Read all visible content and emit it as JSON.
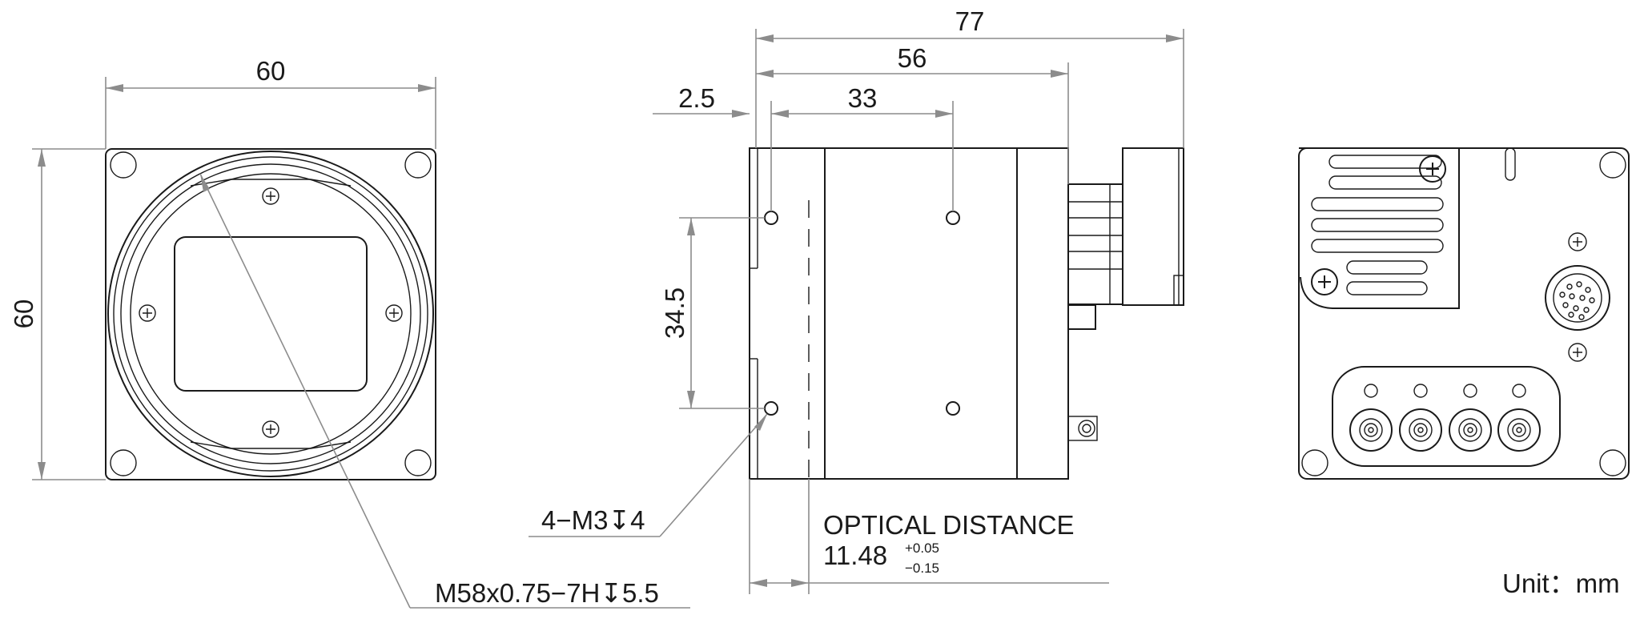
{
  "dimensions": {
    "front_width": "60",
    "front_height": "60",
    "side_total_length": "77",
    "side_body_length": "56",
    "side_hole_pitch": "33",
    "side_front_offset": "2.5",
    "side_hole_vertical_pitch": "34.5"
  },
  "callouts": {
    "mount_holes": "4−M3↧4",
    "lens_thread": "M58x0.75−7H↧5.5"
  },
  "optical_distance": {
    "label": "OPTICAL DISTANCE",
    "value": "11.48",
    "tol_plus": "+0.05",
    "tol_minus": "−0.15"
  },
  "unit_label": "Unit：mm"
}
